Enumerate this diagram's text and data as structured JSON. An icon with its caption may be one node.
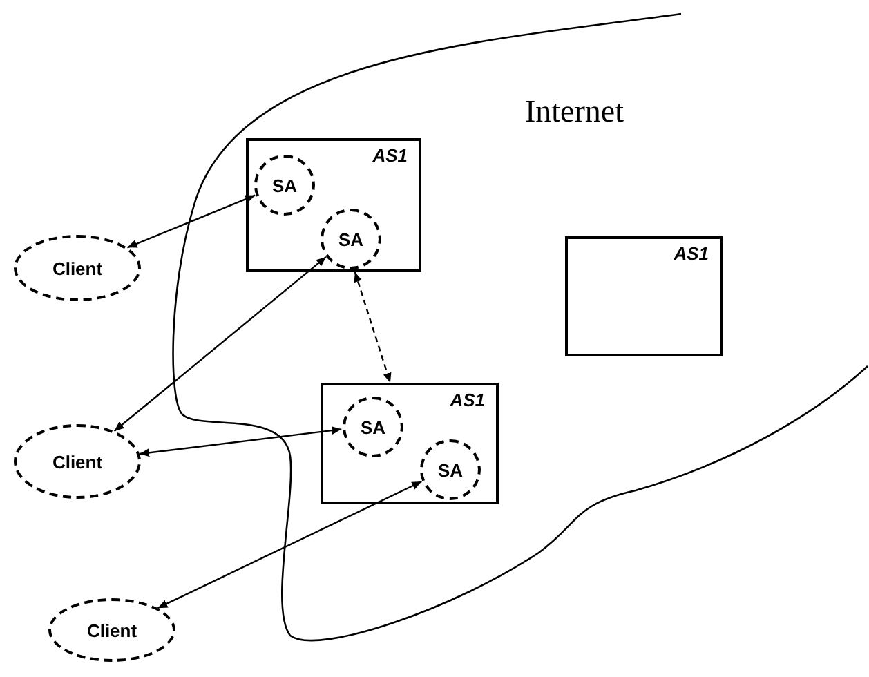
{
  "diagram": {
    "nodes": [
      {
        "text": [
          "AS1"
        ]
      },
      {
        "text": [
          "SA"
        ],
        "in": 0
      },
      {
        "text": [
          "SA"
        ],
        "in": 0
      },
      {
        "text": [
          "Client"
        ]
      },
      {
        "text": [
          "AS1"
        ]
      },
      {
        "text": [
          "SA"
        ],
        "in": 4
      },
      {
        "text": [
          "SA"
        ],
        "in": 4
      },
      {
        "text": [
          "Client"
        ]
      },
      {
        "text": [
          "Client"
        ]
      },
      {
        "text": [
          "AS1"
        ]
      }
    ],
    "edges": [
      {
        "from": 1,
        "to": 3,
        "arrow": "both"
      },
      {
        "from": 2,
        "to": 7,
        "arrow": "both"
      },
      {
        "from": 0,
        "to": 4,
        "arrow": "both",
        "style": "dashed"
      },
      {
        "from": 5,
        "to": 7,
        "arrow": "both"
      },
      {
        "from": 6,
        "to": 8,
        "arrow": "both"
      }
    ],
    "labels": [
      "Internet"
    ]
  }
}
